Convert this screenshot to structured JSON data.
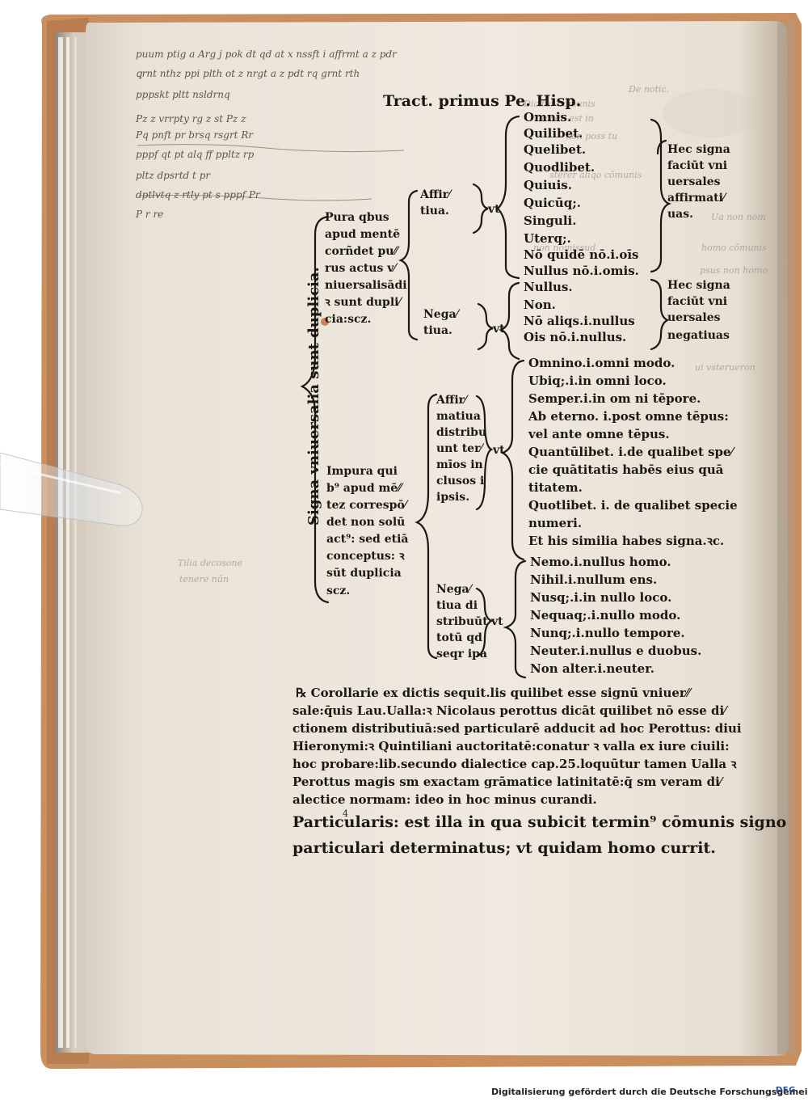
{
  "header": "Tract. primus Pe. Hisp.",
  "side_label": "Signa vniuersalia sunt duplicia.",
  "pura": {
    "text": [
      "Pura qbus",
      "apud mentē",
      "corñdet pu⁄⁄",
      "rus actus v⁄",
      "niuersalisādi",
      "ꝛ sunt dupli⁄",
      "cia:scz."
    ],
    "affirmatiua": {
      "label": [
        "Affir⁄",
        "tiua."
      ],
      "vt": "vt",
      "words": [
        "Omnis.",
        "Quilibet.",
        "Quelibet.",
        "Quodlibet.",
        "Quiuis.",
        "Quicūq;.",
        "Singuli.",
        "Uterq;.",
        "Nō quidē nō.i.oīs",
        "Nullus nō.i.omis."
      ],
      "note": [
        "Hec signa",
        "faciūt vni",
        "uersales",
        "affirmati⁄",
        "uas."
      ]
    },
    "negatiua": {
      "label": [
        "Nega⁄",
        "tiua."
      ],
      "vt": "vt",
      "words": [
        "Nullus.",
        "Non.",
        "Nō aliqs.i.nullus",
        "Ois nō.i.nullus."
      ],
      "note": [
        "Hec signa",
        "faciūt vni",
        "uersales",
        "negatiuas"
      ]
    }
  },
  "impura": {
    "text": [
      "Impura qui",
      "b⁹ apud mē⁄⁄",
      "tez correspō⁄",
      "det non solū",
      "act⁹: sed etiā",
      "conceptus: ꝛ",
      "sūt duplicia",
      "scz."
    ],
    "affirmatiua": {
      "label": [
        "Affir⁄",
        "matiua",
        "distribu",
        "unt ter⁄",
        "mīos in",
        "clusos i",
        "ipsis."
      ],
      "vt": "vt",
      "words": [
        "Omnino.i.omni modo.",
        "Ubiq;.i.in omni loco.",
        "Semper.i.in om ni tēpore.",
        "Ab eterno. i.post omne tēpus:",
        "vel ante omne tēpus.",
        "Quantūlibet. i.de qualibet spe⁄",
        "cie quātitatis habēs eius quā",
        "titatem.",
        "Quotlibet. i. de qualibet specie",
        "numeri.",
        "Et his similia habes signa.ꝛc."
      ]
    },
    "negatiua": {
      "label": [
        "Nega⁄",
        "tiua di",
        "stribuūt",
        "totū qd",
        "seqr ipa"
      ],
      "vt": "vt",
      "words": [
        "Nemo.i.nullus homo.",
        "Nihil.i.nullum ens.",
        "Nusq;.i.in nullo loco.",
        "Nequaq;.i.nullo modo.",
        "Nunq;.i.nullo tempore.",
        "Neuter.i.nullus e duobus.",
        "Non alter.i.neuter."
      ]
    }
  },
  "corollary": [
    "℞ Corollarie ex dictis sequit.lis quilibet esse signū vniuer⁄⁄",
    "sale:q̄uis Lau.Ualla:ꝛ Nicolaus perottus dicāt quilibet nō esse di⁄",
    "ctionem distributiuā:sed particularē adducit ad hoc Perottus: diui",
    "Hieronymi:ꝛ Quintiliani auctoritatē:conatur ꝛ valla ex iure ciuili:",
    "hoc probare:lib.secundo dialectice cap.25.loquūtur tamen Ualla ꝛ",
    "Perottus magis sm exactam grāmatice latinitatē:q̄ sm veram di⁄",
    "alectice normam: ideo in hoc minus curandi."
  ],
  "particularis": [
    "Particularis: est illa in qua subicit termin⁹ cōmunis signo",
    "particulari determinatus; vt quidam homo currit."
  ],
  "folio_mark": "4",
  "marginalia": [
    "puum ptig a Arg j pok dt qd at x nssft i affrmt a z pdr",
    "ꝗrnt nthz ppi plth ot z nrgt a z pdt rq grnt rth",
    "pppskt pltt nsldrnq",
    "Pz z vrrpty rg z st Pz z",
    "Pq pnft pr brsq rsgrt Rr",
    "pppf qt pt alq ff ppltz rp",
    "pltz dpsrtd t pr",
    "dptlvtq z rtly pt s pppf Pr",
    "P r re"
  ],
  "ghost_text": [
    "De notic.",
    "Dicitur cōmunis",
    "modo est in",
    "non poss tu",
    "sterer aliqo cōmunis",
    "Ua non nom",
    "non nomissud",
    "homo cōmunis",
    "psus non homo",
    "ui vsterueron",
    "Tilia decosone",
    "tenere nūn"
  ],
  "footer": "Digitalisierung gefördert durch die Deutsche Forschungsgemeinschaft -",
  "footer_logo": "DFG"
}
